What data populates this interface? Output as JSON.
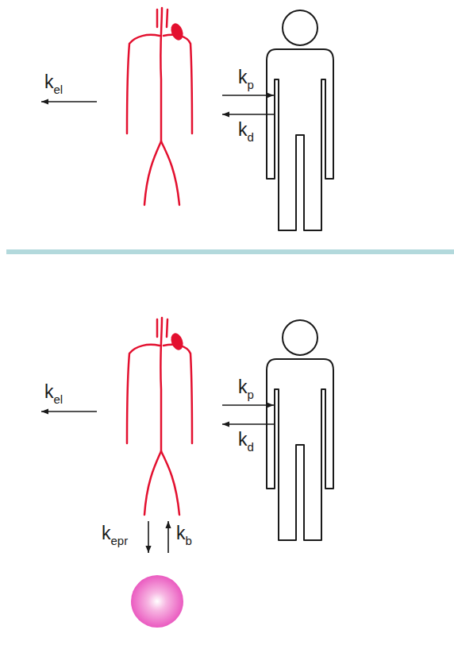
{
  "diagram": {
    "labels": [
      "kel",
      "kp",
      "kd",
      "kel",
      "kp",
      "kd",
      "kepr",
      "kb"
    ]
  }
}
